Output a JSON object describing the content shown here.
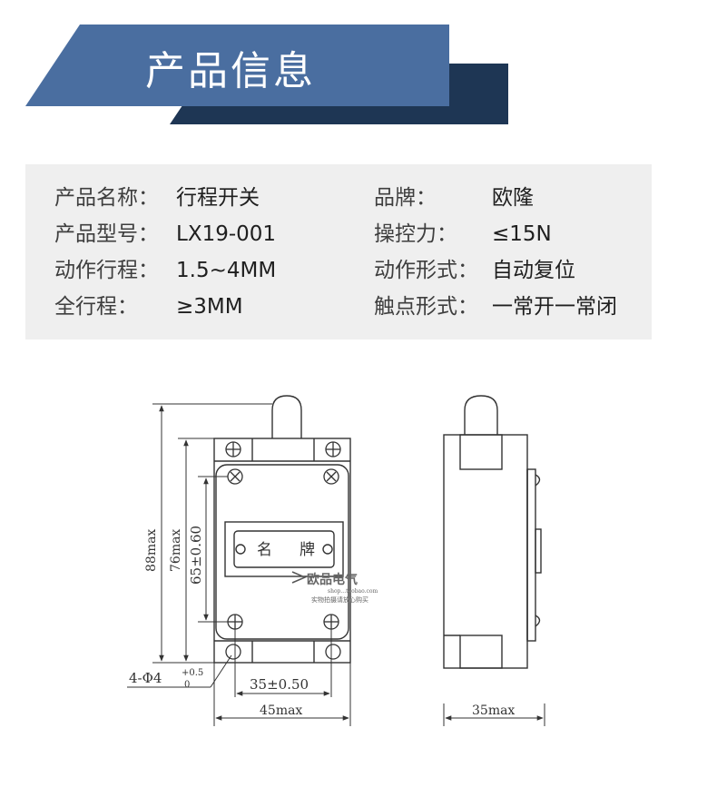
{
  "banner": {
    "title": "产品信息",
    "colors": {
      "primary": "#4a6ea0",
      "shadow": "#1e3654"
    }
  },
  "specs": {
    "rows": [
      {
        "label": "产品名称：",
        "value": "行程开关",
        "label2": "品牌：",
        "value2": "欧隆"
      },
      {
        "label": "产品型号：",
        "value": "LX19-001",
        "label2": "操控力：",
        "value2": "≤15N"
      },
      {
        "label": "动作行程：",
        "value": "1.5~4MM",
        "label2": "动作形式：",
        "value2": "自动复位"
      },
      {
        "label": "全行程：",
        "value": "≥3MM",
        "label2": "触点形式：",
        "value2": "一常开一常闭"
      }
    ]
  },
  "drawing": {
    "nameplate": [
      "名",
      "牌"
    ],
    "dimensions": {
      "total_height": "88max",
      "body_height": "76max",
      "hole_pitch_vertical": "65±0.60",
      "hole_pitch_horizontal": "35±0.50",
      "width": "45max",
      "depth": "35max"
    },
    "holes_note_prefix": "4-Φ4",
    "holes_tol_upper": "+0.5",
    "holes_tol_lower": "0",
    "watermark": {
      "brand": "欧品电气",
      "line": "shop...taobao.com",
      "sub": "实物拍摄请放心购买"
    }
  }
}
